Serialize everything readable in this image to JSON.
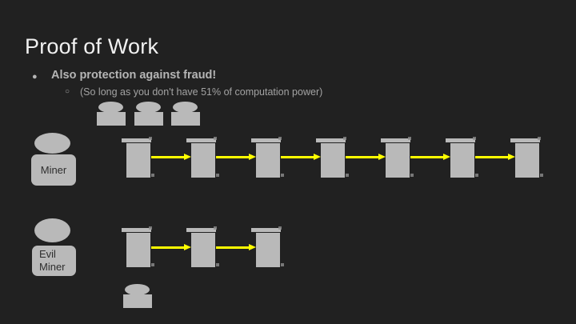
{
  "slide": {
    "title": "Proof of Work",
    "bullets": [
      {
        "level": 1,
        "marker": "●",
        "text": "Also protection against fraud!"
      },
      {
        "level": 2,
        "marker": "○",
        "text": "(So long as you don't have 51% of computation power)"
      }
    ]
  },
  "diagram": {
    "miner": {
      "label": "Miner"
    },
    "evil_miner": {
      "label_lines": [
        "Evil",
        "Miner"
      ]
    },
    "main_chain": {
      "block_count": 7,
      "arrow_count": 6
    },
    "fork_chain": {
      "block_count": 3,
      "arrow_count": 2
    },
    "pending_miners_top": {
      "count": 3
    },
    "pending_miner_bottom": {
      "count": 1
    }
  },
  "colors": {
    "background": "#212121",
    "title_text": "#f1f1f1",
    "bullet_text": "#b5b5b5",
    "sub_bullet_text": "#a3a3a3",
    "shape_fill": "#b9b9b9",
    "arrow": "#ffff00",
    "figure_label_text": "#2e2e2e"
  }
}
